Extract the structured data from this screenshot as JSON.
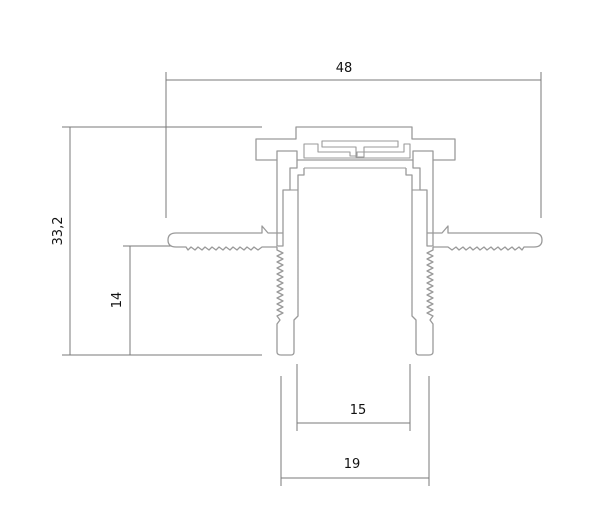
{
  "dimensions": {
    "overall_width": "48",
    "overall_height": "33,2",
    "flange_height": "14",
    "inner_width": "15",
    "outer_width": "19"
  },
  "colors": {
    "dimension_line": "#7a7a7a",
    "profile_stroke": "#9a9a9a",
    "text": "#111111",
    "background": "#ffffff"
  }
}
